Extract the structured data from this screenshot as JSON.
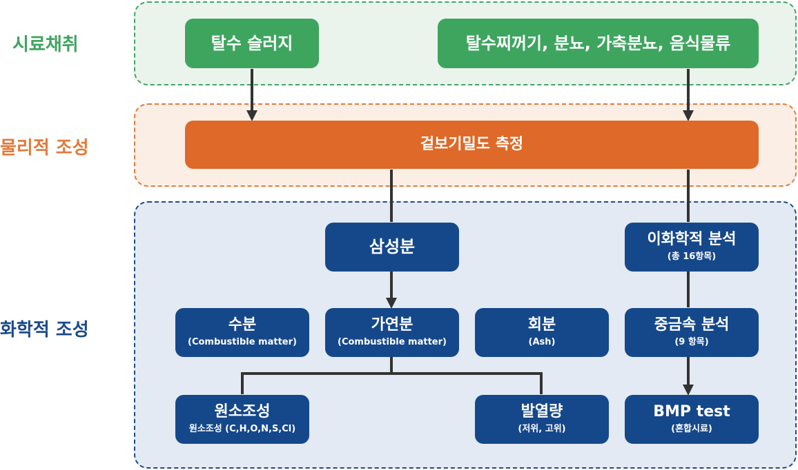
{
  "stages": {
    "sampling": "시료채취",
    "physical": "물리적 조성",
    "chemical": "화학적 조성"
  },
  "nodes": {
    "dewatered_sludge": {
      "title": "탈수 슬러지"
    },
    "mixed_waste": {
      "title": "탈수찌꺼기, 분뇨, 가축분뇨, 음식물류"
    },
    "bulk_density": {
      "title": "겉보기밀도 측정"
    },
    "three_components": {
      "title": "삼성분"
    },
    "physicochemical": {
      "title": "이화학적 분석",
      "sub": "(총 16항목)"
    },
    "moisture": {
      "title": "수분",
      "sub": "(Combustible matter)"
    },
    "combustible": {
      "title": "가연분",
      "sub": "(Combustible matter)"
    },
    "ash": {
      "title": "회분",
      "sub": "(Ash)"
    },
    "heavy_metals": {
      "title": "중금속 분석",
      "sub": "(9 항목)"
    },
    "elemental": {
      "title": "원소조성",
      "sub": "원소조성 (C,H,O,N,S,Cl)"
    },
    "heating_value": {
      "title": "발열량",
      "sub": "(저위, 고위)"
    },
    "bmp": {
      "title": "BMP test",
      "sub": "(혼합시료)"
    }
  },
  "colors": {
    "green": "#3ea55e",
    "orange": "#de6928",
    "blue": "#15488a",
    "connector": "#333333"
  }
}
